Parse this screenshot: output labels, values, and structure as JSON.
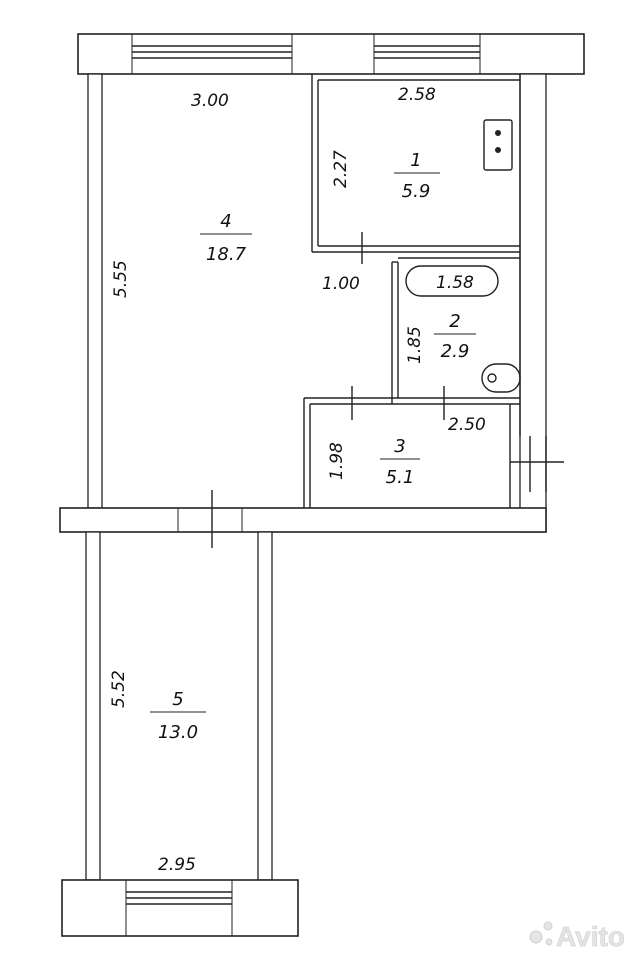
{
  "rooms": [
    {
      "number": "1",
      "area": "5.9"
    },
    {
      "number": "2",
      "area": "2.9"
    },
    {
      "number": "3",
      "area": "5.1"
    },
    {
      "number": "4",
      "area": "18.7"
    },
    {
      "number": "5",
      "area": "13.0"
    }
  ],
  "dimensions": {
    "room4_width": "3.00",
    "room4_height": "5.55",
    "room1_width": "2.58",
    "room1_height": "2.27",
    "door_width": "1.00",
    "bath_length": "1.58",
    "room2_height": "1.85",
    "room3_width": "2.50",
    "room3_height": "1.98",
    "room5_height": "5.52",
    "room5_width": "2.95"
  },
  "watermark": {
    "text": "Avito"
  }
}
